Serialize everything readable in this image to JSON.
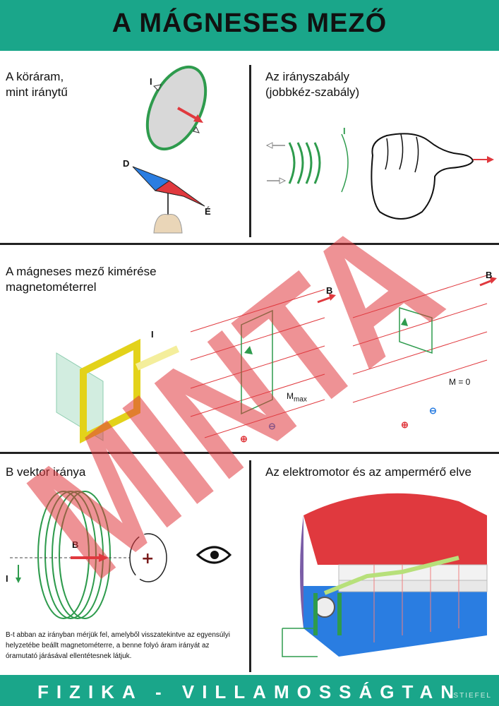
{
  "header": {
    "title": "A MÁGNESES MEZŐ"
  },
  "panels": {
    "kor_aram": {
      "title_line1": "A köráram,",
      "title_line2": "mint iránytű",
      "label_I": "I",
      "label_D": "D",
      "label_E": "É"
    },
    "iranyszabaly": {
      "title_line1": "Az irányszabály",
      "title_line2": "(jobbkéz-szabály)",
      "label_I": "I"
    },
    "magnetometer": {
      "title_line1": "A mágneses mező kimérése",
      "title_line2": "magnetométerrel",
      "label_B1": "B",
      "label_B2": "B",
      "label_I": "I",
      "label_Mmax": "M",
      "label_Mmax_sub": "max",
      "label_M0": "M = 0",
      "plus": "⊕",
      "minus": "⊖"
    },
    "b_vektor": {
      "title": "B vektor iránya",
      "label_B": "B",
      "label_I": "I",
      "description": "B-t abban az irányban mérjük fel, amelyből visszatekintve az egyensúlyi helyzetébe beállt magnetométerre, a benne folyó áram irányát az óramutató járásával ellentétesnek látjuk."
    },
    "elektromotor": {
      "title": "Az elektromotor és az ampermérő elve"
    }
  },
  "watermark": {
    "text": "MINTA",
    "color": "#e0393e"
  },
  "footer": {
    "text": "FIZIKA - VILLAMOSSÁGTAN",
    "brand": "STIEFEL"
  },
  "colors": {
    "accent": "#1aa68a",
    "red": "#e0393e",
    "blue": "#2a7de1",
    "green": "#2e9b4d",
    "yellow": "#f1e21c"
  }
}
